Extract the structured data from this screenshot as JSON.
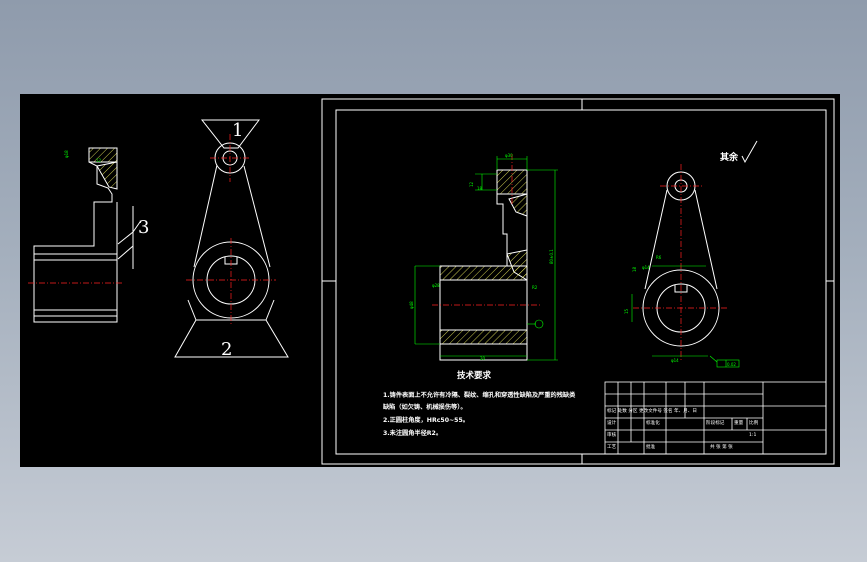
{
  "fixture_sketch": {
    "labels": {
      "datum_1": "1",
      "datum_2": "2",
      "datum_3": "3"
    }
  },
  "drawing_sheet": {
    "roughness_note": "其余",
    "tech_requirements": {
      "title": "技术要求",
      "items": [
        "1.铸件表面上不允许有冷隔、裂纹、缩孔和穿透性缺陷及严重的残缺类",
        "缺陷（如欠铸、机械损伤等）。",
        "2.正圆柱角度，HRc50~55。",
        "3.未注圆角半径R2。"
      ]
    },
    "title_block": {
      "revision_header": "标记 处数 分区 更改文件号 签名 年、月、日",
      "designer_label": "设计",
      "standardize_label": "标准化",
      "check_label": "审核",
      "process_label": "工艺",
      "approve_label": "批准",
      "stage_label": "阶段标记",
      "weight_label": "重量",
      "scale_label": "比例",
      "scale_value": "1:1",
      "sheet_label": "共 张 第 张"
    },
    "dimension_texts": [
      "φ18",
      "R8",
      "φ30",
      "φ28",
      "φ48",
      "18",
      "12",
      "φ14",
      "20",
      "15"
    ]
  },
  "colors": {
    "background_top": "#8f9bac",
    "canvas": "#000000",
    "line": "#ffffff",
    "dimension": "#00ff00",
    "centerline": "#ff2020",
    "hatch": "#ffff66",
    "roughness": "#ffffff"
  }
}
